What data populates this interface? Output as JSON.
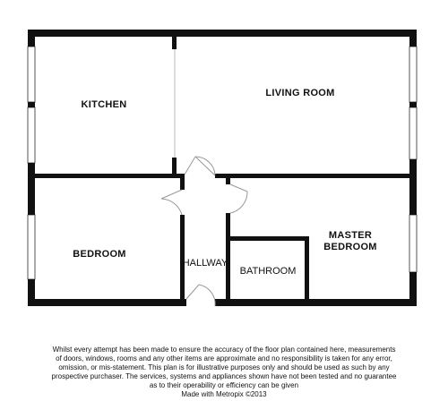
{
  "rooms": {
    "kitchen": "KITCHEN",
    "living_room": "LIVING ROOM",
    "bedroom": "BEDROOM",
    "hallway": "HALLWAY",
    "bathroom": "BATHROOM",
    "master_bedroom_line1": "MASTER",
    "master_bedroom_line2": "BEDROOM"
  },
  "disclaimer": {
    "line1": "Whilst every attempt has been made to ensure the accuracy of the floor plan contained here, measurements",
    "line2": "of doors, windows, rooms and any other items are approximate and no responsibility is taken for any error,",
    "line3": "omission, or mis-statement. This plan is for illustrative purposes only and should be used as such by any",
    "line4": "prospective purchaser. The services, systems and appliances shown have not been tested and no guarantee",
    "line5": "as to their operability or efficiency can be given",
    "line6": "Made with Metropix ©2013"
  },
  "colors": {
    "wall": "#111111",
    "door": "#aaaaaa",
    "window": "#dddddd"
  }
}
